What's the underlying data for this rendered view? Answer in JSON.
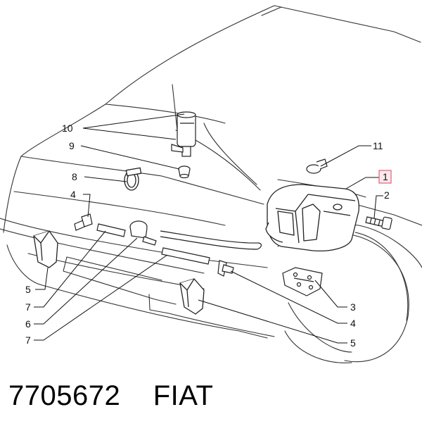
{
  "caption": {
    "part_number": "7705672",
    "brand": "FIAT"
  },
  "callouts": {
    "c10": "10",
    "c9": "9",
    "c8": "8",
    "c4a": "4",
    "c5a": "5",
    "c7a": "7",
    "c6": "6",
    "c7b": "7",
    "c11": "11",
    "c1": "1",
    "c2": "2",
    "c3": "3",
    "c4b": "4",
    "c5b": "5"
  },
  "colors": {
    "line": "#2a2a2a",
    "highlight_box": "#e0607a",
    "highlight_fill": "#fde8ee"
  }
}
